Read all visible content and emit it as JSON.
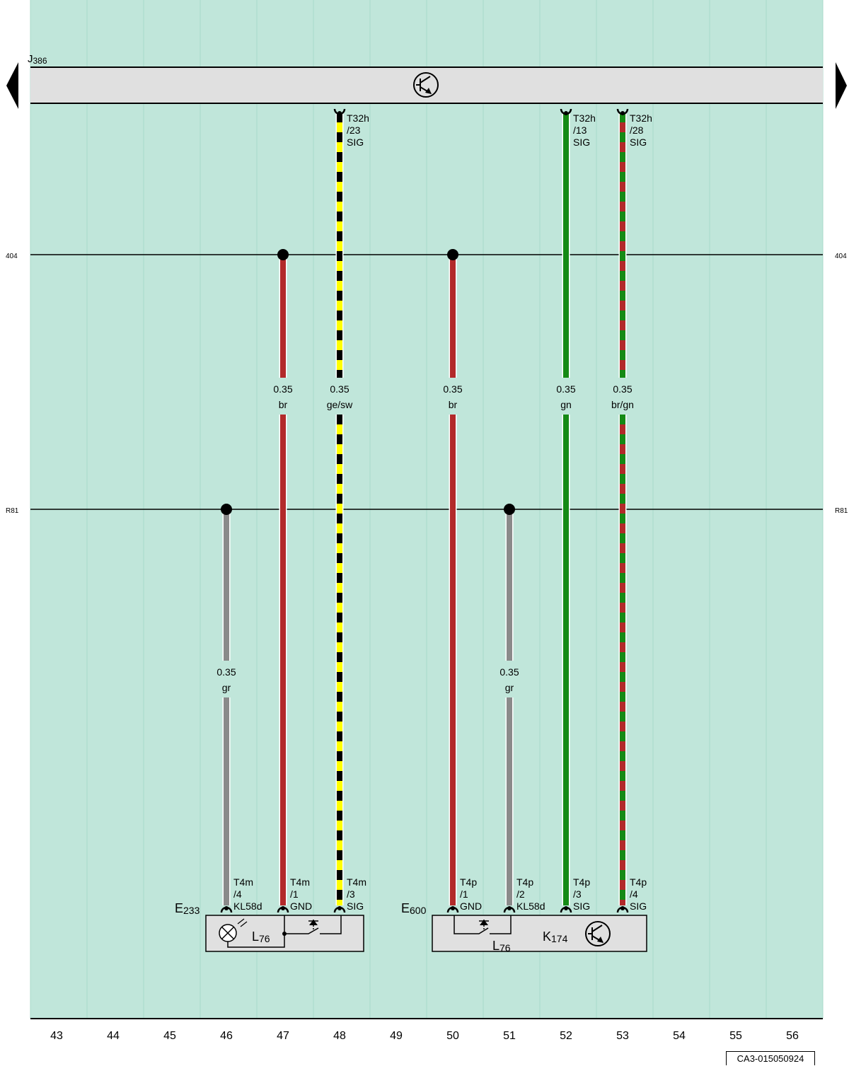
{
  "colors": {
    "background": "#c0e6da",
    "module_fill": "#e0e0e0",
    "br": "#b22a2a",
    "gr": "#8a8a8a",
    "gn": "#158a15",
    "ge": "#ffff00",
    "sw": "#000000"
  },
  "control_unit": {
    "name": "J",
    "sub": "386",
    "icon": "transistor-icon"
  },
  "buses": [
    {
      "id": "404",
      "left_label": "404",
      "right_label": "404"
    },
    {
      "id": "R81",
      "left_label": "R81",
      "right_label": "R81"
    }
  ],
  "wires": [
    {
      "id": "w46",
      "column": 46,
      "size": "0.35",
      "color_code": "gr",
      "colors": [
        "gr"
      ],
      "top": "R81",
      "label_pos": "lower"
    },
    {
      "id": "w47",
      "column": 47,
      "size": "0.35",
      "color_code": "br",
      "colors": [
        "br"
      ],
      "top": "404",
      "label_pos": "upper"
    },
    {
      "id": "w48",
      "column": 48,
      "size": "0.35",
      "color_code": "ge/sw",
      "colors": [
        "ge",
        "sw"
      ],
      "top": "J386",
      "label_pos": "upper"
    },
    {
      "id": "w50",
      "column": 50,
      "size": "0.35",
      "color_code": "br",
      "colors": [
        "br"
      ],
      "top": "404",
      "label_pos": "upper"
    },
    {
      "id": "w51",
      "column": 51,
      "size": "0.35",
      "color_code": "gr",
      "colors": [
        "gr"
      ],
      "top": "R81",
      "label_pos": "lower"
    },
    {
      "id": "w52",
      "column": 52,
      "size": "0.35",
      "color_code": "gn",
      "colors": [
        "gn"
      ],
      "top": "J386",
      "label_pos": "upper"
    },
    {
      "id": "w53",
      "column": 53,
      "size": "0.35",
      "color_code": "br/gn",
      "colors": [
        "br",
        "gn"
      ],
      "top": "J386",
      "label_pos": "upper"
    }
  ],
  "top_pins": [
    {
      "column": 48,
      "lines": [
        "T32h",
        "/23",
        "SIG"
      ]
    },
    {
      "column": 52,
      "lines": [
        "T32h",
        "/13",
        "SIG"
      ]
    },
    {
      "column": 53,
      "lines": [
        "T32h",
        "/28",
        "SIG"
      ]
    }
  ],
  "bottom_pins": [
    {
      "column": 46,
      "lines": [
        "T4m",
        "/4",
        "KL58d"
      ]
    },
    {
      "column": 47,
      "lines": [
        "T4m",
        "/1",
        "GND"
      ]
    },
    {
      "column": 48,
      "lines": [
        "T4m",
        "/3",
        "SIG"
      ]
    },
    {
      "column": 50,
      "lines": [
        "T4p",
        "/1",
        "GND"
      ]
    },
    {
      "column": 51,
      "lines": [
        "T4p",
        "/2",
        "KL58d"
      ]
    },
    {
      "column": 52,
      "lines": [
        "T4p",
        "/3",
        "SIG"
      ]
    },
    {
      "column": 53,
      "lines": [
        "T4p",
        "/4",
        "SIG"
      ]
    }
  ],
  "components": [
    {
      "id": "E233",
      "name": "E",
      "sub": "233",
      "parts": [
        {
          "name": "L",
          "sub": "76"
        }
      ]
    },
    {
      "id": "E600",
      "name": "E",
      "sub": "600",
      "parts": [
        {
          "name": "L",
          "sub": "76"
        },
        {
          "name": "K",
          "sub": "174"
        }
      ]
    }
  ],
  "columns": [
    43,
    44,
    45,
    46,
    47,
    48,
    49,
    50,
    51,
    52,
    53,
    54,
    55,
    56
  ],
  "document_id": "CA3-015050924"
}
